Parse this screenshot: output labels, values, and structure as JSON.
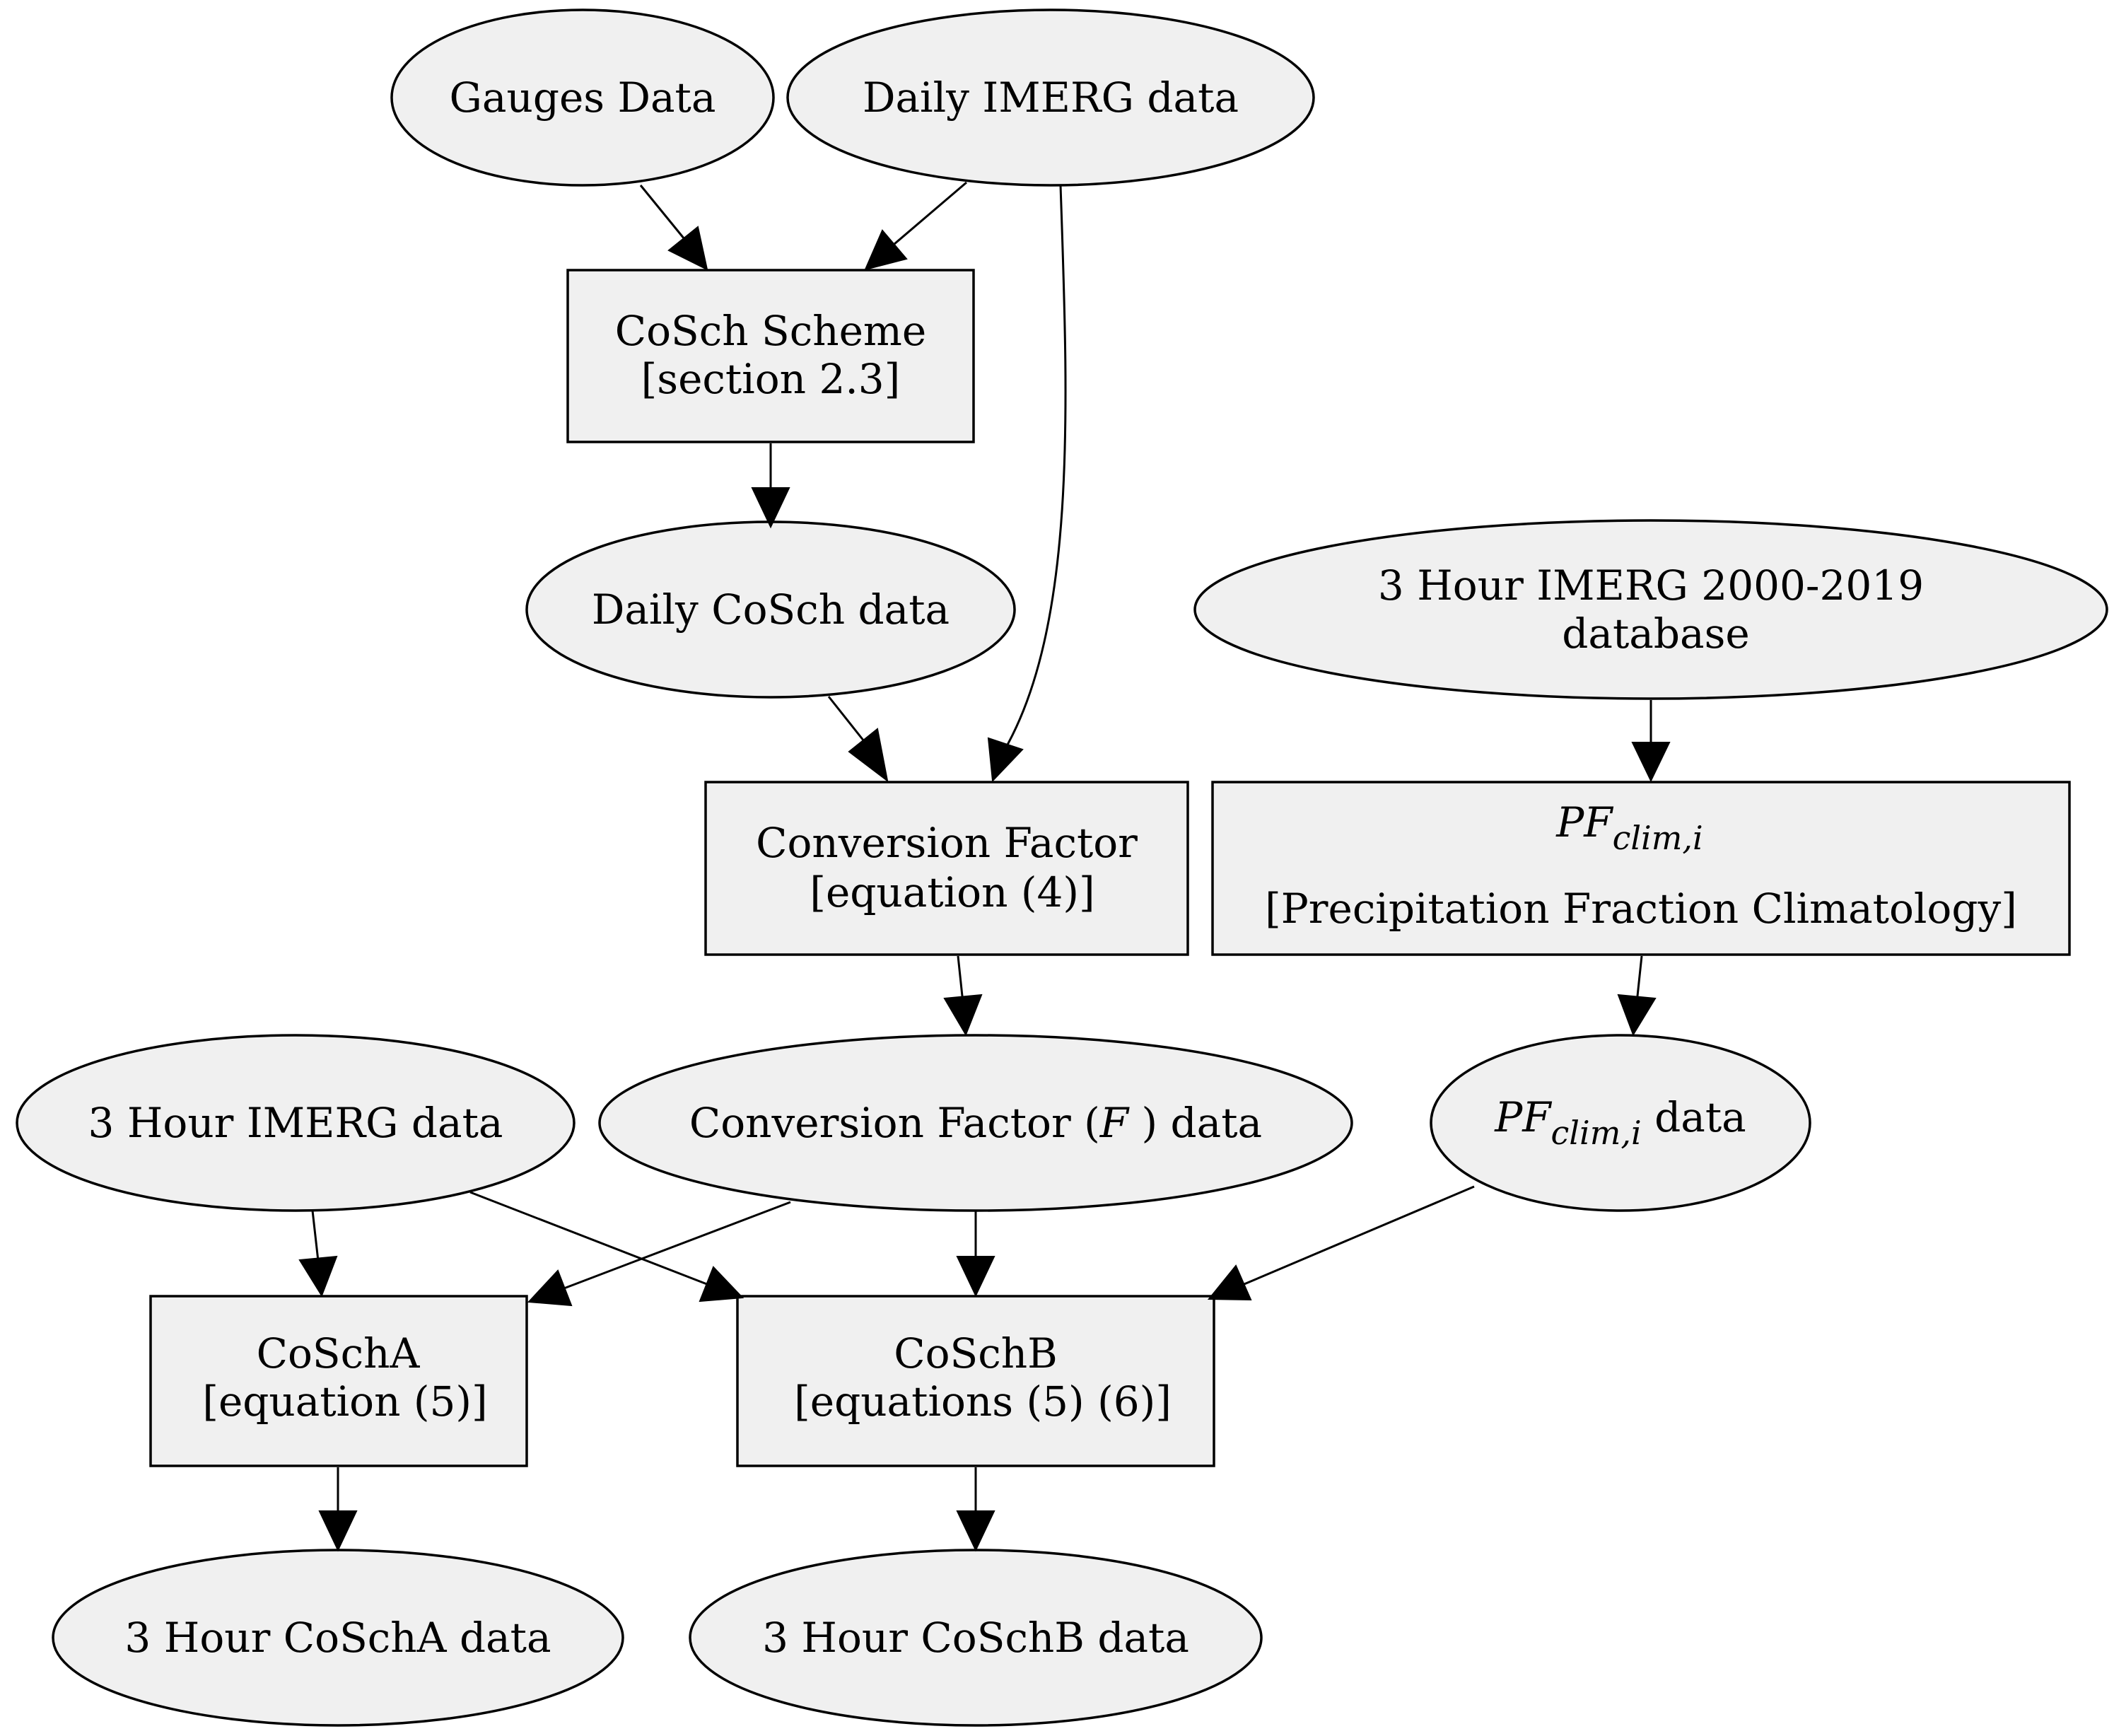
{
  "nodes": {
    "gauges": {
      "lines": [
        "Gauges Data"
      ]
    },
    "daily_imerg": {
      "lines": [
        "Daily IMERG data"
      ]
    },
    "cosch_scheme": {
      "lines": [
        "CoSch Scheme",
        "[section 2.3]"
      ]
    },
    "daily_cosch": {
      "lines": [
        "Daily CoSch data"
      ]
    },
    "imerg_db": {
      "lines": [
        "3 Hour IMERG 2000-2019",
        "database"
      ]
    },
    "conv_factor": {
      "lines": [
        "Conversion Factor",
        "[equation (4)]"
      ]
    },
    "pf_box": {
      "symbol": "PF",
      "subscript": "clim,i",
      "line2": "[Precipitation Fraction Climatology]"
    },
    "imerg_3h": {
      "lines": [
        "3 Hour IMERG data"
      ]
    },
    "conv_data": {
      "prefix": "Conversion Factor (",
      "symbol": "F",
      "suffix": " ) data"
    },
    "pf_data": {
      "symbol": "PF",
      "subscript": "clim,i",
      "suffix": " data"
    },
    "coscha": {
      "lines": [
        "CoSchA",
        "[equation (5)]"
      ]
    },
    "coschb": {
      "lines": [
        "CoSchB",
        "[equations (5) (6)]"
      ]
    },
    "coscha_3h": {
      "lines": [
        "3 Hour CoSchA data"
      ]
    },
    "coschb_3h": {
      "lines": [
        "3 Hour CoSchB data"
      ]
    }
  },
  "edges": [
    {
      "from": "gauges",
      "to": "cosch_scheme"
    },
    {
      "from": "daily_imerg",
      "to": "cosch_scheme"
    },
    {
      "from": "daily_imerg",
      "to": "conv_factor"
    },
    {
      "from": "cosch_scheme",
      "to": "daily_cosch"
    },
    {
      "from": "daily_cosch",
      "to": "conv_factor"
    },
    {
      "from": "imerg_db",
      "to": "pf_box"
    },
    {
      "from": "conv_factor",
      "to": "conv_data"
    },
    {
      "from": "pf_box",
      "to": "pf_data"
    },
    {
      "from": "imerg_3h",
      "to": "coscha"
    },
    {
      "from": "imerg_3h",
      "to": "coschb"
    },
    {
      "from": "conv_data",
      "to": "coscha"
    },
    {
      "from": "conv_data",
      "to": "coschb"
    },
    {
      "from": "pf_data",
      "to": "coschb"
    },
    {
      "from": "coscha",
      "to": "coscha_3h"
    },
    {
      "from": "coschb",
      "to": "coschb_3h"
    }
  ]
}
